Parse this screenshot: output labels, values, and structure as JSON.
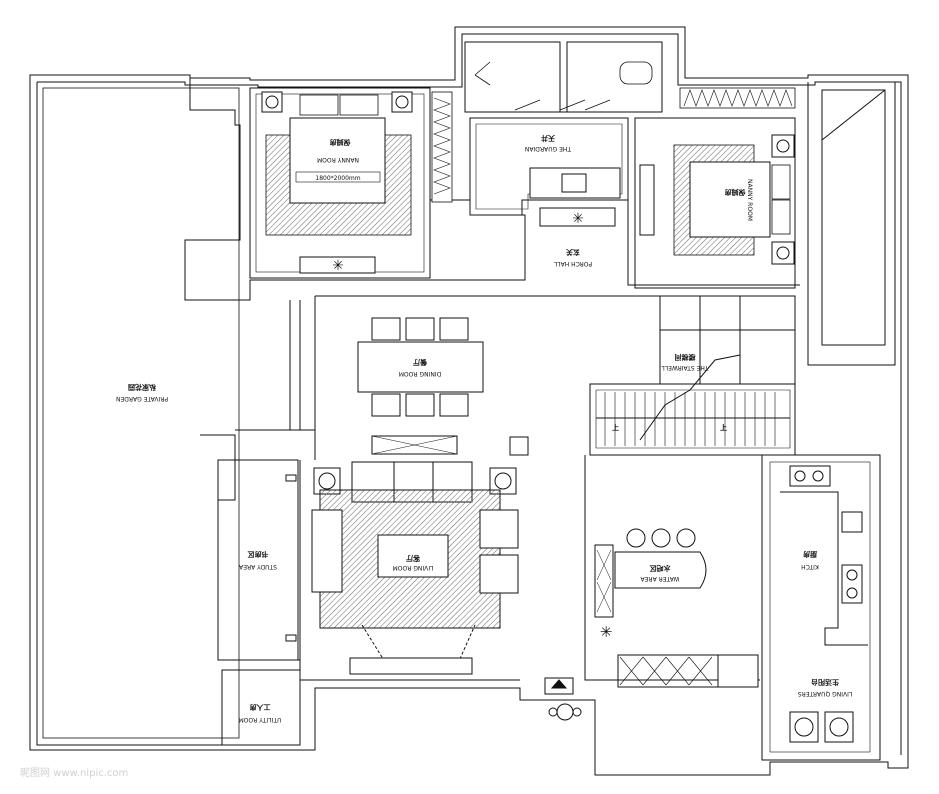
{
  "rooms": {
    "nanny_left": {
      "cn": "保姆房",
      "en": "NANNY ROOM",
      "size": "1800*2000mm"
    },
    "guardian": {
      "cn": "天井",
      "en": "THE GUARDIAN"
    },
    "nanny_right": {
      "cn": "保姆房",
      "en": "NANNY ROOM"
    },
    "porch": {
      "cn": "玄关",
      "en": "PORCH HALL"
    },
    "dining": {
      "cn": "餐厅",
      "en": "DINING ROOM"
    },
    "stairwell": {
      "cn": "楼梯间",
      "en": "THE STAIRWELL"
    },
    "garden": {
      "cn": "私家花园",
      "en": "PRIVATE GARDEN"
    },
    "study": {
      "cn": "书房区",
      "en": "STUDY AREA"
    },
    "living": {
      "cn": "客厅",
      "en": "LIVING ROOM"
    },
    "water": {
      "cn": "水吧区",
      "en": "WATER AREA"
    },
    "kitchen": {
      "cn": "厨房",
      "en": "KITCH"
    },
    "quarters": {
      "cn": "生活阳台",
      "en": "LIVING QUARTERS"
    },
    "utility": {
      "cn": "工人房",
      "en": "UTILITY ROOM"
    }
  },
  "stair_arrows": {
    "up_left": "上",
    "up_right": "上"
  },
  "watermark": "昵图网 www.nipic.com",
  "colors": {
    "line": "#111111",
    "hatch": "#555555",
    "background": "#ffffff"
  }
}
